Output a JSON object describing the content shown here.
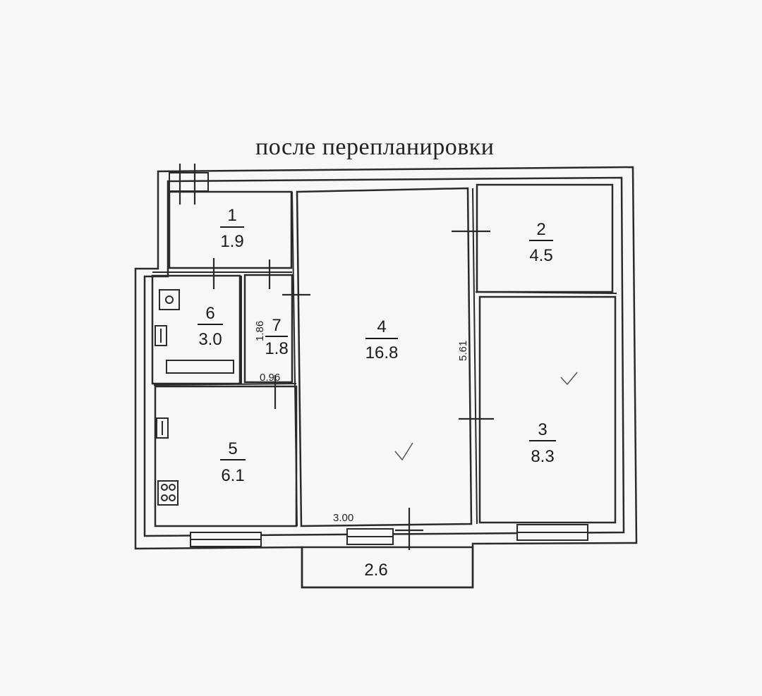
{
  "title": "после перепланировки",
  "rooms": [
    {
      "number": "1",
      "area": "1.9"
    },
    {
      "number": "2",
      "area": "4.5"
    },
    {
      "number": "3",
      "area": "8.3"
    },
    {
      "number": "4",
      "area": "16.8"
    },
    {
      "number": "5",
      "area": "6.1"
    },
    {
      "number": "6",
      "area": "3.0"
    },
    {
      "number": "7",
      "area": "1.8"
    }
  ],
  "balcony": {
    "area": "2.6"
  },
  "dimensions": {
    "room4_width": "3.00",
    "room4_length": "5.61",
    "room7_length": "1.86",
    "room7_width": "0.96"
  },
  "colors": {
    "line": "#2a2a2a",
    "background": "#f7f7f7"
  }
}
